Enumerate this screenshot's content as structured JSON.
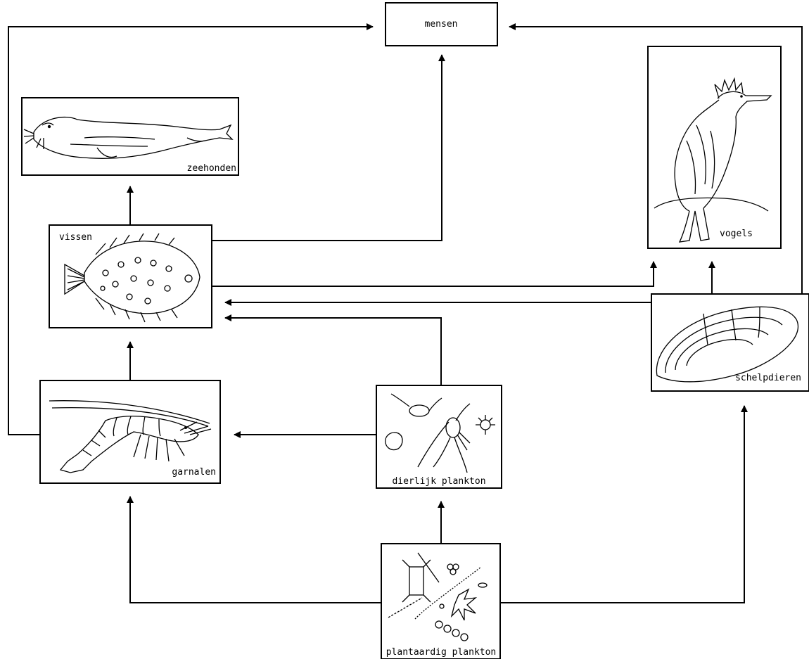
{
  "nodes": {
    "mensen": "mensen",
    "zeehonden": "zeehonden",
    "vissen": "vissen",
    "vogels": "vogels",
    "schelpdieren": "schelpdieren",
    "garnalen": "garnalen",
    "dierlijk_plankton": "dierlijk plankton",
    "plantaardig_plankton": "plantaardig plankton"
  },
  "icons": {
    "zeehonden": "seal-icon",
    "vissen": "flatfish-icon",
    "vogels": "cormorant-icon",
    "schelpdieren": "mussel-icon",
    "garnalen": "shrimp-icon",
    "dierlijk_plankton": "zooplankton-icon",
    "plantaardig_plankton": "phytoplankton-icon"
  },
  "links": [
    {
      "from": "plantaardig_plankton",
      "to": "garnalen"
    },
    {
      "from": "plantaardig_plankton",
      "to": "dierlijk_plankton"
    },
    {
      "from": "plantaardig_plankton",
      "to": "schelpdieren"
    },
    {
      "from": "dierlijk_plankton",
      "to": "garnalen"
    },
    {
      "from": "dierlijk_plankton",
      "to": "vissen"
    },
    {
      "from": "garnalen",
      "to": "vissen"
    },
    {
      "from": "garnalen",
      "to": "mensen"
    },
    {
      "from": "vissen",
      "to": "zeehonden"
    },
    {
      "from": "vissen",
      "to": "mensen"
    },
    {
      "from": "vissen",
      "to": "vogels"
    },
    {
      "from": "schelpdieren",
      "to": "vissen"
    },
    {
      "from": "schelpdieren",
      "to": "vogels"
    },
    {
      "from": "schelpdieren",
      "to": "mensen"
    }
  ]
}
